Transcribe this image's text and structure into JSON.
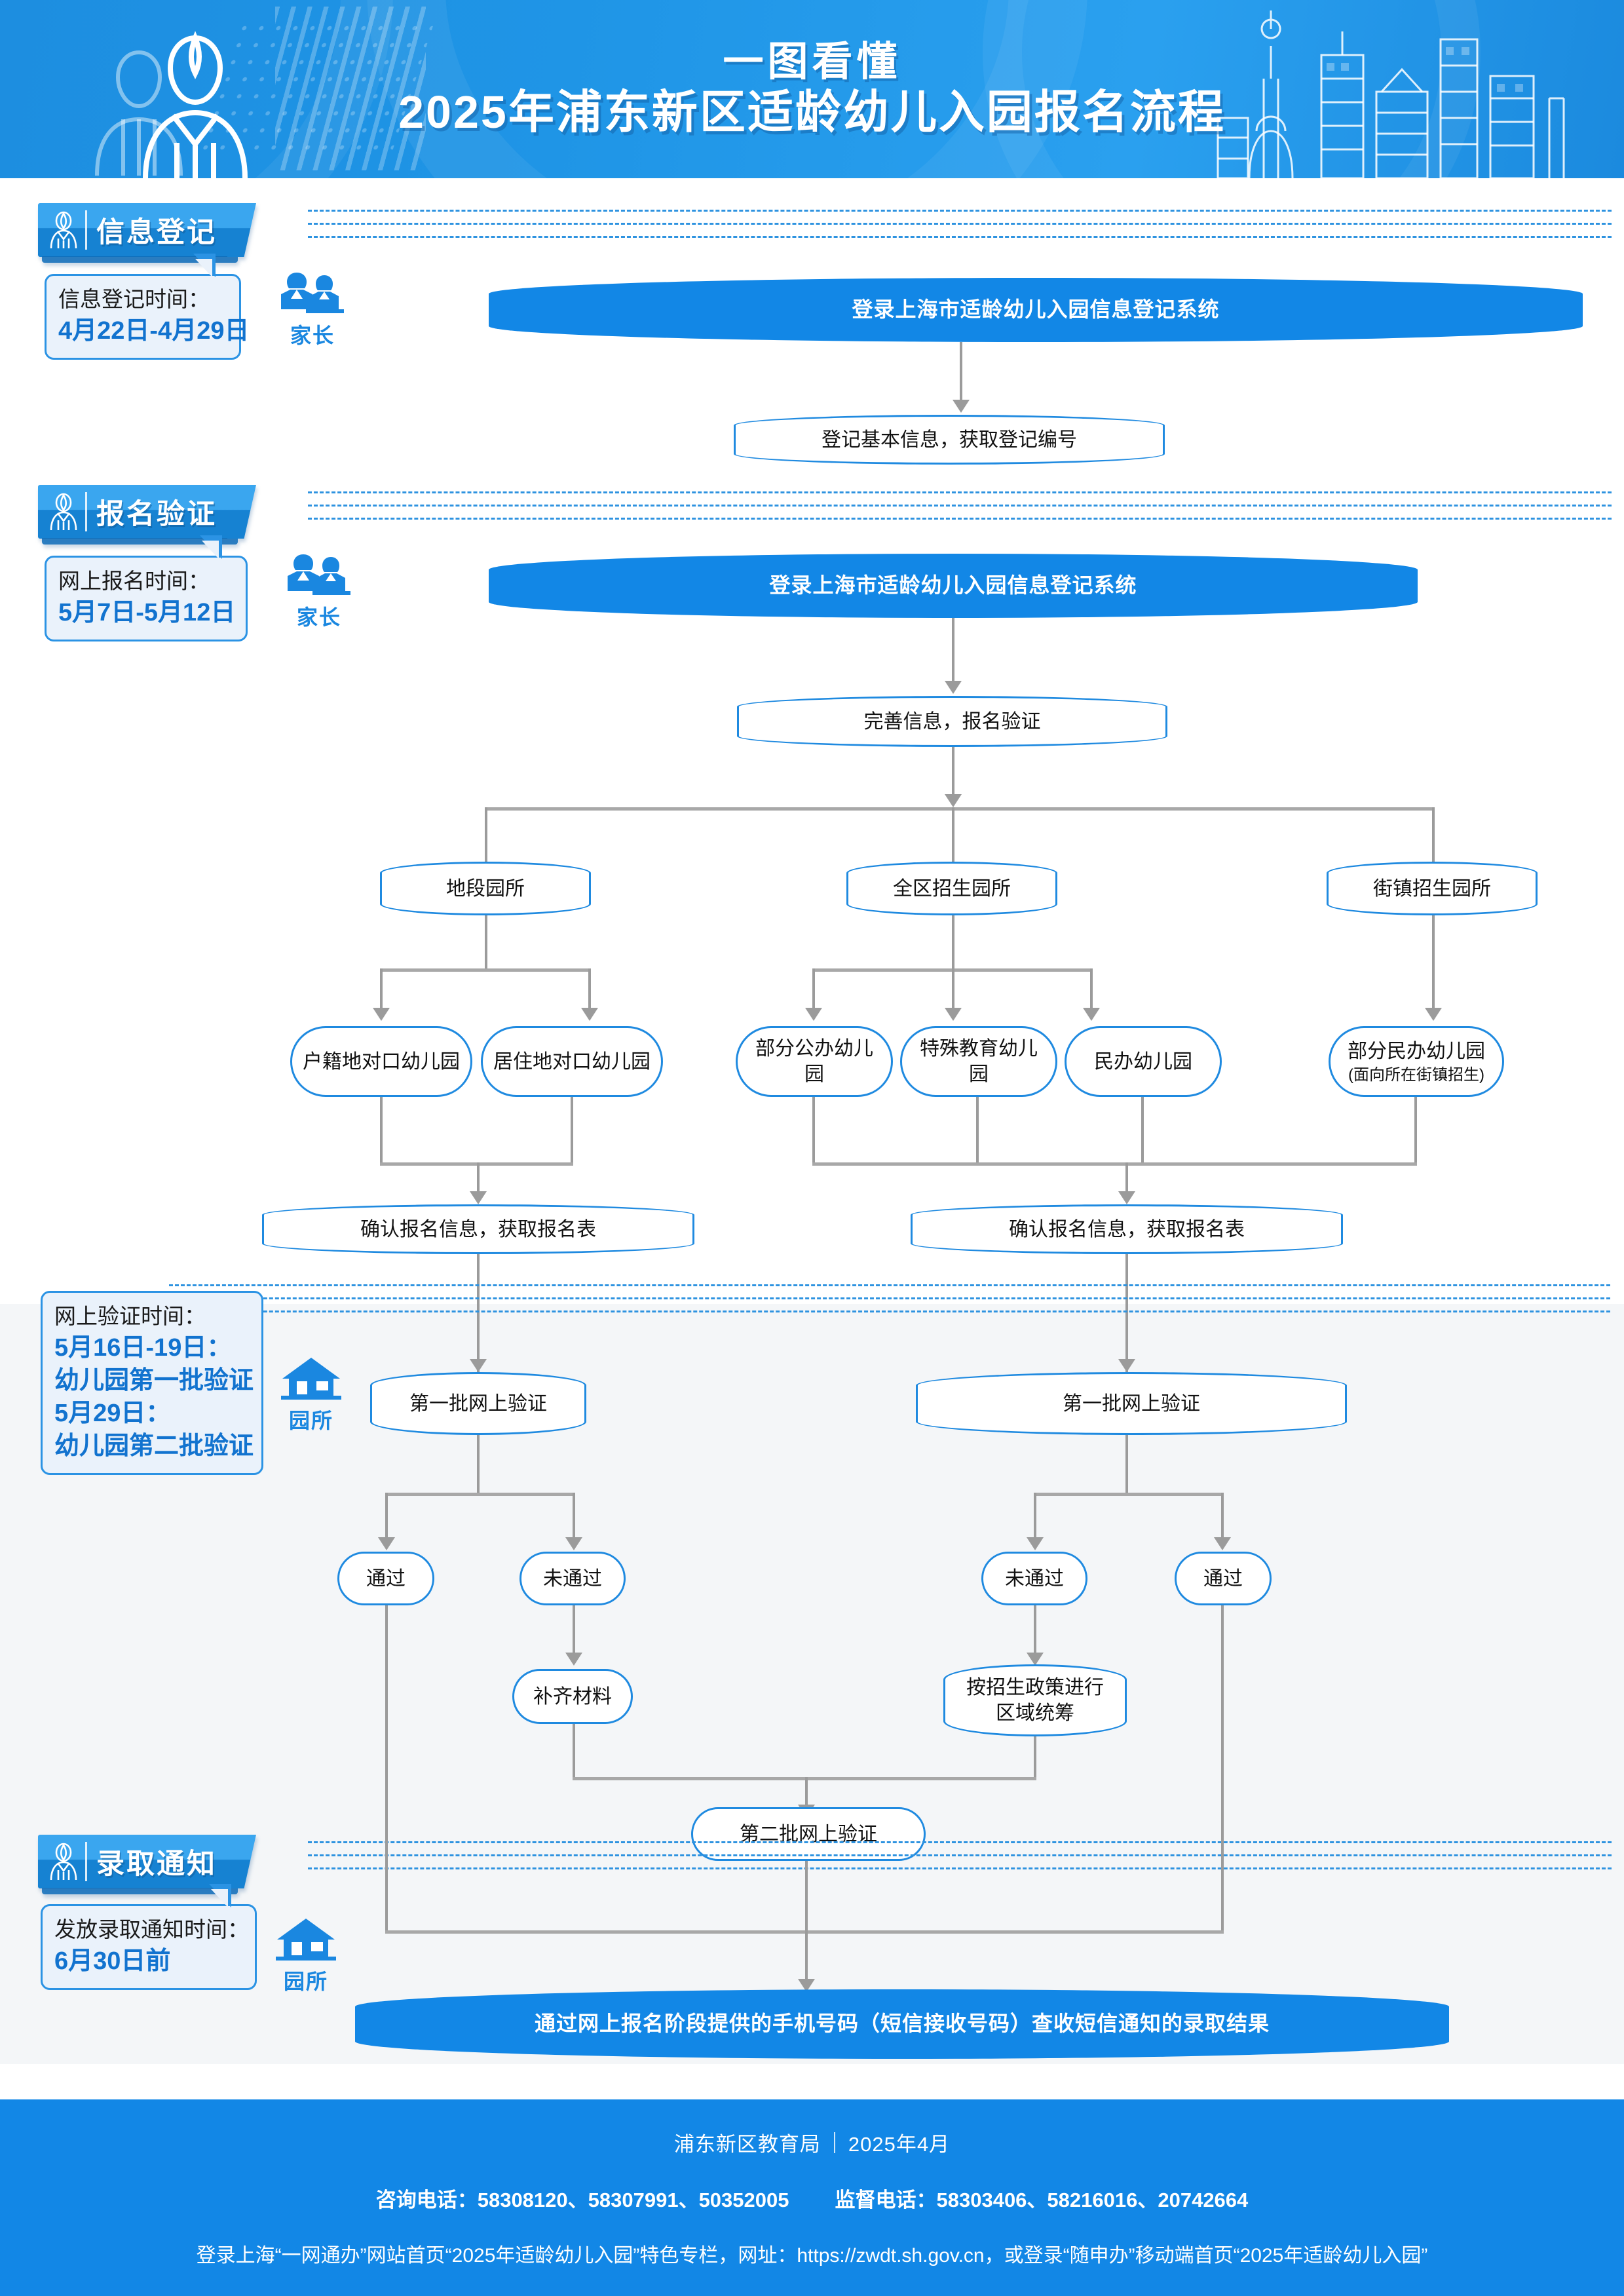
{
  "banner": {
    "title_line1": "一图看懂",
    "title_line2": "2025年浦东新区适龄幼儿入园报名流程"
  },
  "sections": [
    {
      "key": "info_registration",
      "tab_label": "信息登记",
      "callout_label": "信息登记时间：",
      "callout_value": "4月22日-4月29日",
      "actor": "家长",
      "actor_icon": "parents-icon"
    },
    {
      "key": "signup_verify",
      "tab_label": "报名验证",
      "callout_label": "网上报名时间：",
      "callout_value": "5月7日-5月12日",
      "actor": "家长",
      "actor_icon": "parents-icon"
    },
    {
      "key": "online_verify",
      "tab_label": "",
      "callout_label": "网上验证时间：",
      "callout_value_1": "5月16日-19日：",
      "callout_value_2": "幼儿园第一批验证",
      "callout_value_3": "5月29日：",
      "callout_value_4": "幼儿园第二批验证",
      "actor": "园所",
      "actor_icon": "school-house-icon"
    },
    {
      "key": "admission_notice",
      "tab_label": "录取通知",
      "callout_label": "发放录取通知时间：",
      "callout_value": "6月30日前",
      "actor": "园所",
      "actor_icon": "school-house-icon"
    }
  ],
  "flow": {
    "login_system_1": "登录上海市适龄幼儿入园信息登记系统",
    "register_basic": "登记基本信息，获取登记编号",
    "login_system_2": "登录上海市适龄幼儿入园信息登记系统",
    "complete_info": "完善信息，报名验证",
    "branch_a": "地段园所",
    "branch_b": "全区招生园所",
    "branch_c": "街镇招生园所",
    "kg_household": "户籍地对口幼儿园",
    "kg_residence": "居住地对口幼儿园",
    "kg_public_part": "部分公办幼儿园",
    "kg_special": "特殊教育幼儿园",
    "kg_private": "民办幼儿园",
    "kg_private_part": "部分民办幼儿园",
    "kg_private_part_sub": "(面向所在街镇招生)",
    "confirm_form_left": "确认报名信息，获取报名表",
    "confirm_form_right": "确认报名信息，获取报名表",
    "batch1_left": "第一批网上验证",
    "batch1_right": "第一批网上验证",
    "pass_left": "通过",
    "fail_left": "未通过",
    "fail_right": "未通过",
    "pass_right": "通过",
    "supplement": "补齐材料",
    "coordinate_l1": "按招生政策进行",
    "coordinate_l2": "区域统筹",
    "batch2": "第二批网上验证",
    "result_sms": "通过网上报名阶段提供的手机号码（短信接收号码）查收短信通知的录取结果"
  },
  "footer": {
    "org": "浦东新区教育局",
    "date": "2025年4月",
    "consult_label": "咨询电话：",
    "consult_numbers": "58308120、58307991、50352005",
    "supervise_label": "监督电话：",
    "supervise_numbers": "58303406、58216016、20742664",
    "website_note": "登录上海“一网通办”网站首页“2025年适龄幼儿入园”特色专栏，网址：https://zwdt.sh.gov.cn，或登录“随申办”移动端首页“2025年适龄幼儿入园”"
  },
  "colors": {
    "brand_blue": "#1287e6",
    "deep_blue": "#1682d2",
    "light_blue": "#3aa6ef",
    "node_border": "#1f8ae0",
    "connector_gray": "#9b9b9b",
    "callout_bg": "#eaf2fb",
    "stage_gray": "#f4f6f8"
  }
}
